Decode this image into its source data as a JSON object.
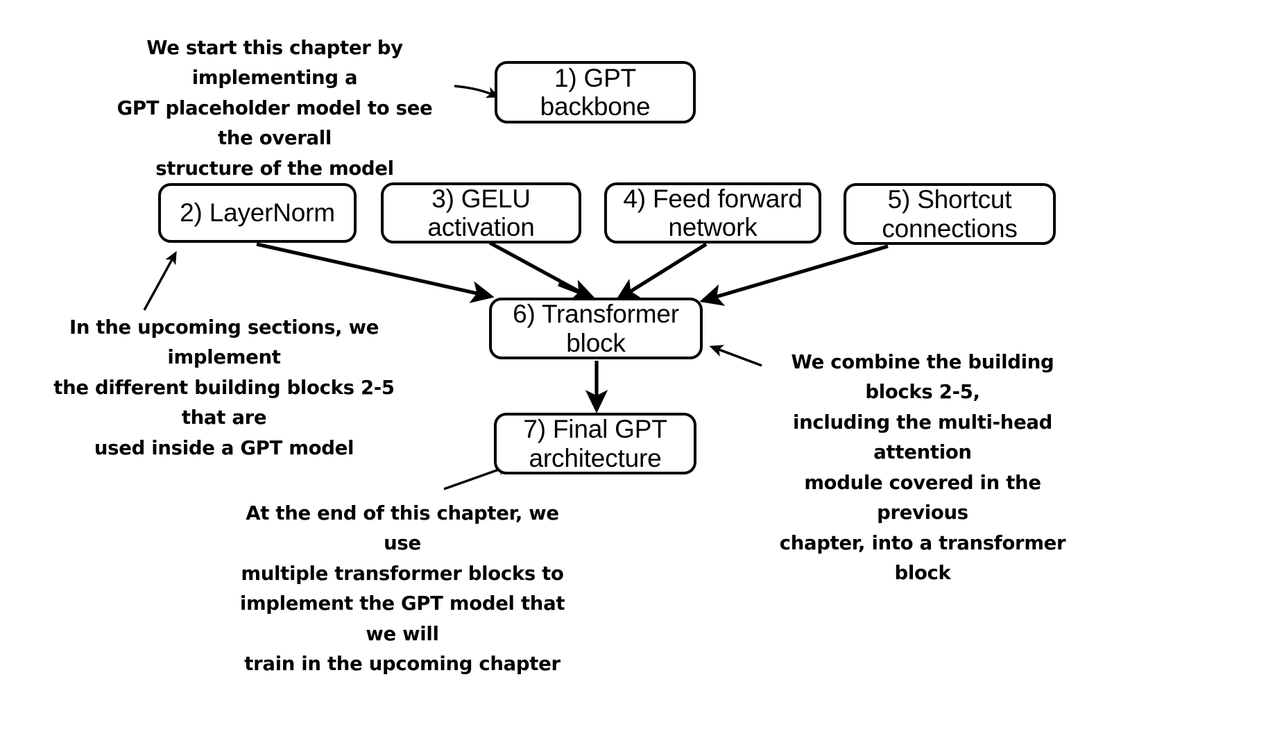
{
  "diagram": {
    "title": "GPT chapter roadmap",
    "background_color": "#ffffff",
    "line_color": "#000000",
    "nodes": [
      {
        "id": "gpt-backbone",
        "label": "1) GPT\nbackbone"
      },
      {
        "id": "layernorm",
        "label": "2) LayerNorm"
      },
      {
        "id": "gelu-activation",
        "label": "3) GELU\nactivation"
      },
      {
        "id": "feed-forward",
        "label": "4) Feed forward\nnetwork"
      },
      {
        "id": "shortcut-connections",
        "label": "5) Shortcut\nconnections"
      },
      {
        "id": "transformer-block",
        "label": "6) Transformer\nblock"
      },
      {
        "id": "final-gpt",
        "label": "7) Final GPT\narchitecture"
      }
    ],
    "annotations": [
      {
        "id": "note-gpt-backbone",
        "text": "We start this chapter by implementing a\nGPT placeholder model to see the overall\nstructure of the model"
      },
      {
        "id": "note-building-blocks",
        "text": "In the upcoming sections, we implement\nthe different building blocks 2-5 that are\nused inside a GPT model"
      },
      {
        "id": "note-transformer-block",
        "text": "We combine the building blocks 2-5,\nincluding the multi-head attention\nmodule covered in the previous\nchapter, into a transformer block"
      },
      {
        "id": "note-final-gpt",
        "text": "At the end of this chapter, we use\nmultiple transformer blocks to\nimplement the GPT model that we will\ntrain in the upcoming chapter"
      }
    ],
    "edges": [
      {
        "from": "note-gpt-backbone",
        "to": "gpt-backbone"
      },
      {
        "from": "note-building-blocks",
        "to": "layernorm"
      },
      {
        "from": "layernorm",
        "to": "transformer-block"
      },
      {
        "from": "gelu-activation",
        "to": "transformer-block"
      },
      {
        "from": "feed-forward",
        "to": "transformer-block"
      },
      {
        "from": "shortcut-connections",
        "to": "transformer-block"
      },
      {
        "from": "transformer-block",
        "to": "final-gpt"
      },
      {
        "from": "note-transformer-block",
        "to": "transformer-block"
      },
      {
        "from": "note-final-gpt",
        "to": "final-gpt"
      }
    ]
  }
}
